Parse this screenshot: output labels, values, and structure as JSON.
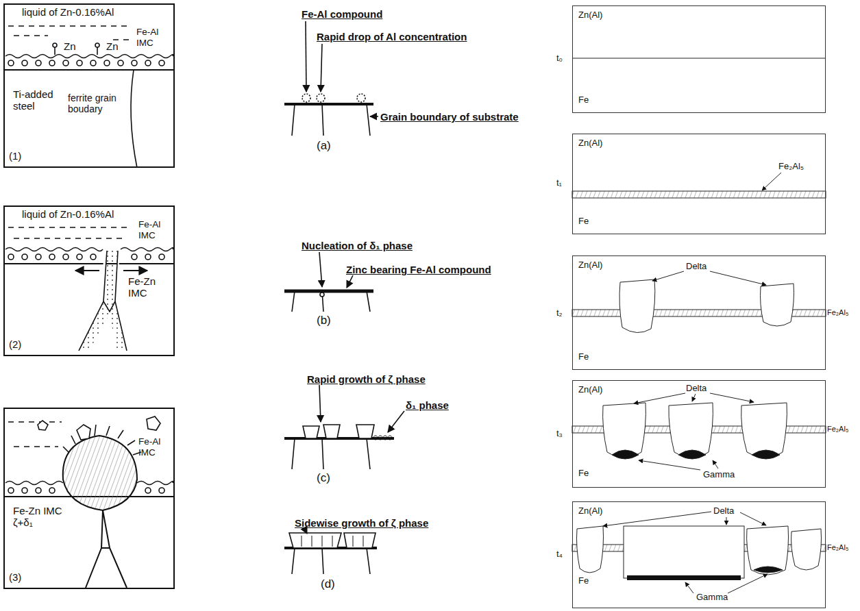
{
  "diagram": {
    "nodes": [
      {
        "text": [
          "liquid of Zn-0.16%Al",
          "Zn",
          "Zn",
          "Fe-Al IMC",
          "Ti-added steel",
          "ferrite grain boudary",
          "(1)"
        ]
      },
      {
        "text": [
          "liquid of Zn-0.16%Al",
          "Fe-Al IMC",
          "Fe-Zn IMC",
          "(2)"
        ]
      },
      {
        "text": [
          "Fe-Al IMC",
          "Fe-Zn IMC ζ+δ₁",
          "(3)"
        ]
      },
      {
        "text": [
          "Zn(Al)",
          "Fe"
        ]
      },
      {
        "text": [
          "Zn(Al)",
          "Fe₂Al₅",
          "Fe"
        ]
      },
      {
        "text": [
          "Zn(Al)",
          "Delta",
          "Fe"
        ]
      },
      {
        "text": [
          "Zn(Al)",
          "Delta",
          "Fe",
          "Gamma"
        ]
      },
      {
        "text": [
          "Zn(Al)",
          "Delta",
          "Fe",
          "Gamma"
        ]
      }
    ],
    "labels": [
      "Fe-Al compound",
      "Rapid drop of Al concentration",
      "Grain boundary of substrate",
      "(a)",
      "Nucleation of δ₁ phase",
      "Zinc bearing Fe-Al compound",
      "(b)",
      "Rapid growth of ζ phase",
      "δ₁ phase",
      "(c)",
      "Sidewise growth of ζ phase",
      "(d)",
      "t₀",
      "t₁",
      "t₂",
      "t₃",
      "t₄",
      "Fe₂Al₅",
      "Fe₂Al₅",
      "Fe₂Al₅"
    ]
  }
}
